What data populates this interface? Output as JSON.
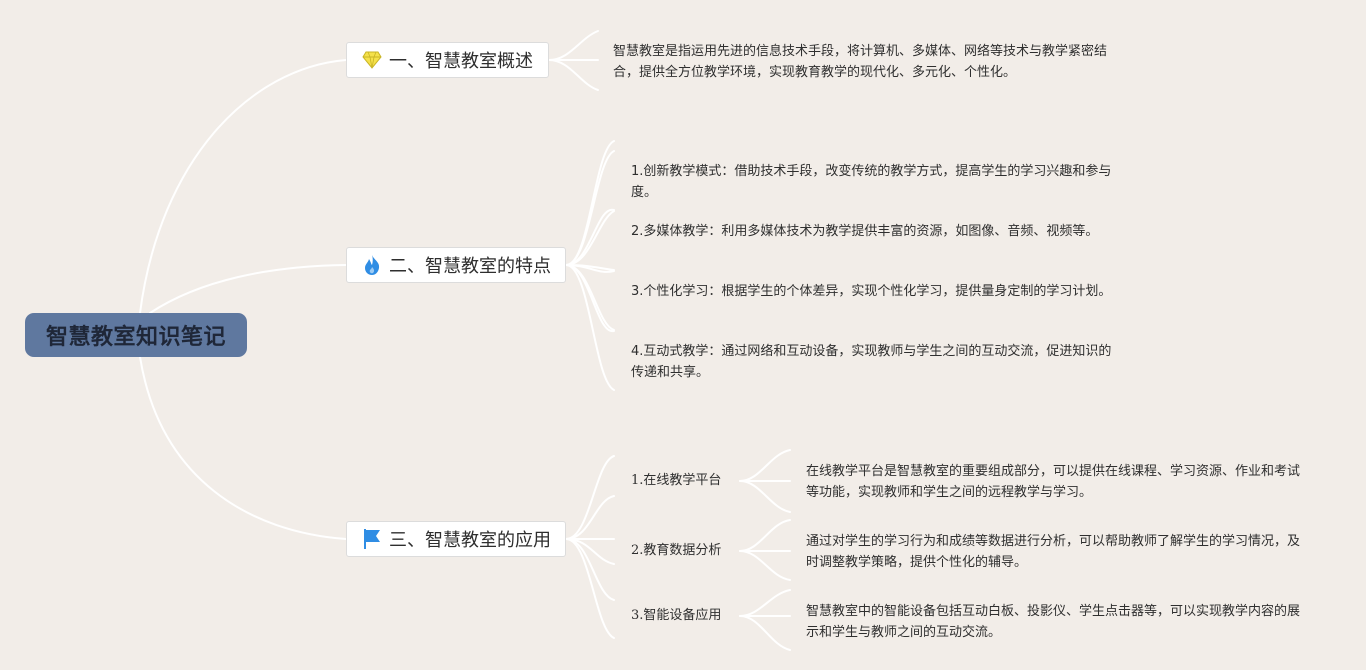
{
  "root": {
    "title": "智慧教室知识笔记"
  },
  "topics": [
    {
      "label": "一、智慧教室概述",
      "icon": "diamond-icon",
      "text": "智慧教室是指运用先进的信息技术手段，将计算机、多媒体、网络等技术与教学紧密结合，提供全方位教学环境，实现教育教学的现代化、多元化、个性化。"
    },
    {
      "label": "二、智慧教室的特点",
      "icon": "fire-icon",
      "items": [
        "1.创新教学模式：借助技术手段，改变传统的教学方式，提高学生的学习兴趣和参与度。",
        "2.多媒体教学：利用多媒体技术为教学提供丰富的资源，如图像、音频、视频等。",
        "3.个性化学习：根据学生的个体差异，实现个性化学习，提供量身定制的学习计划。",
        "4.互动式教学：通过网络和互动设备，实现教师与学生之间的互动交流，促进知识的传递和共享。"
      ]
    },
    {
      "label": "三、智慧教室的应用",
      "icon": "flag-icon",
      "subs": [
        {
          "label": "1.在线教学平台",
          "text": "在线教学平台是智慧教室的重要组成部分，可以提供在线课程、学习资源、作业和考试等功能，实现教师和学生之间的远程教学与学习。"
        },
        {
          "label": "2.教育数据分析",
          "text": "通过对学生的学习行为和成绩等数据进行分析，可以帮助教师了解学生的学习情况，及时调整教学策略，提供个性化的辅导。"
        },
        {
          "label": "3.智能设备应用",
          "text": "智慧教室中的智能设备包括互动白板、投影仪、学生点击器等，可以实现教学内容的展示和学生与教师之间的互动交流。"
        }
      ]
    }
  ],
  "colors": {
    "background": "#f2ede8",
    "root_fill": "#5f789f",
    "connector": "#ffffff",
    "diamond": "#f5e14a",
    "fire": "#2f8de4",
    "flag": "#2f8de4"
  }
}
